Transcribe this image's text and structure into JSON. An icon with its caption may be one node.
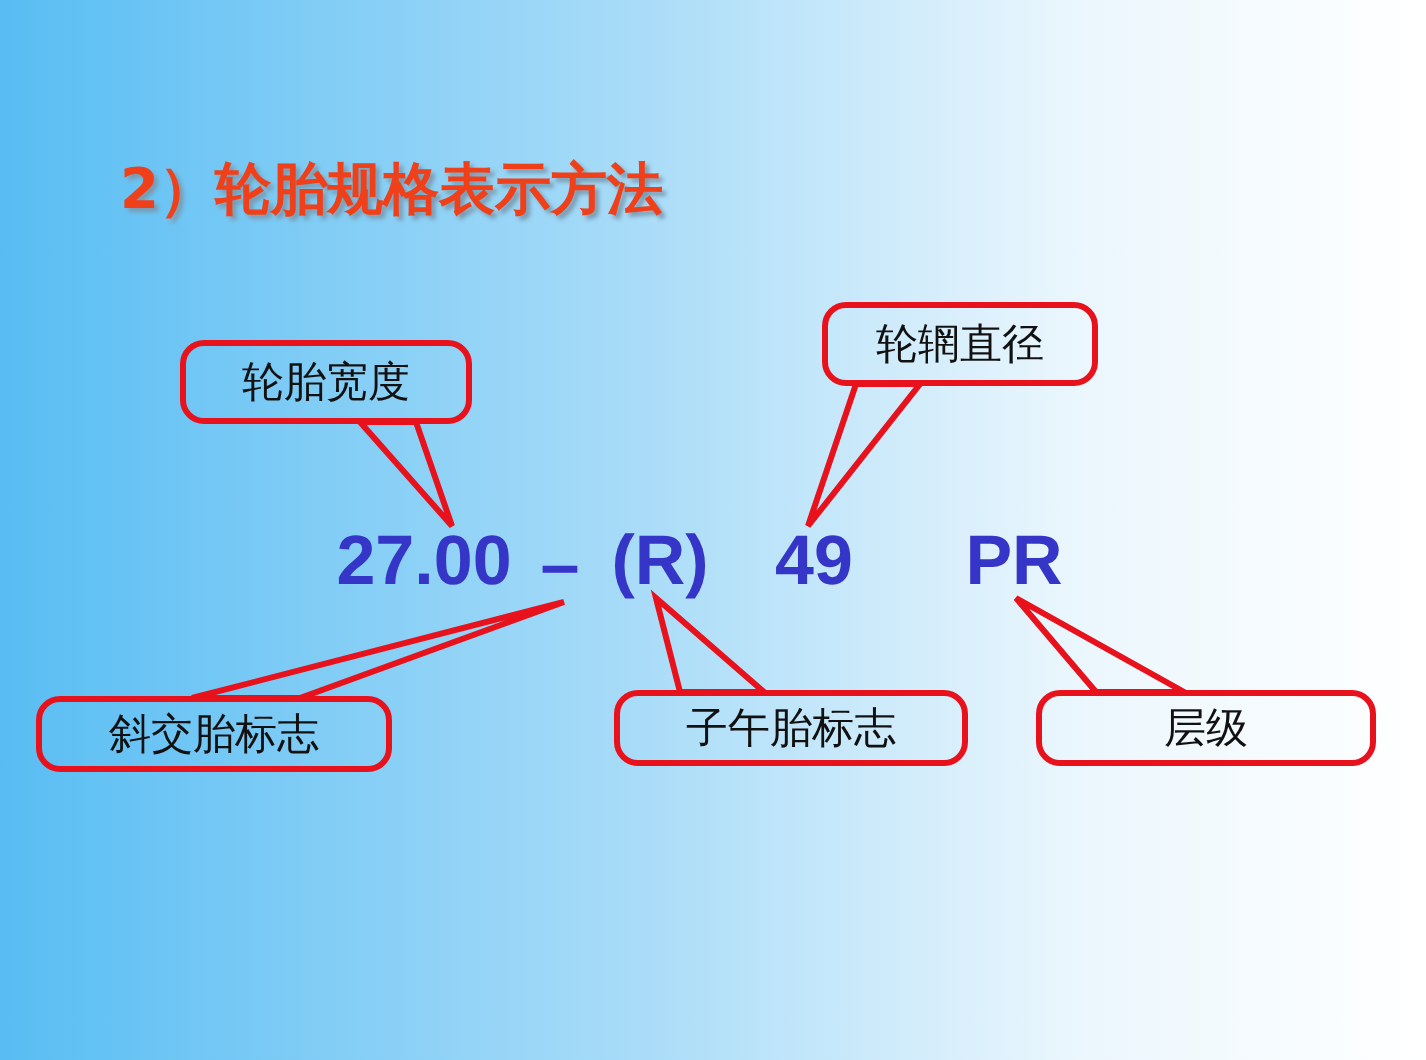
{
  "diagram": {
    "title": "2）轮胎规格表示方法",
    "nodes": [
      {
        "text": [
          "轮胎宽度"
        ]
      },
      {
        "text": [
          "轮辋直径"
        ]
      },
      {
        "text": [
          "27.00"
        ]
      },
      {
        "text": [
          "–"
        ]
      },
      {
        "text": [
          "(R)"
        ]
      },
      {
        "text": [
          "49"
        ]
      },
      {
        "text": [
          "PR"
        ]
      },
      {
        "text": [
          "斜交胎标志"
        ]
      },
      {
        "text": [
          "子午胎标志"
        ]
      },
      {
        "text": [
          "层级"
        ]
      }
    ],
    "edges": [
      {
        "from": 0,
        "to": 2,
        "arrow": "none"
      },
      {
        "from": 1,
        "to": 5,
        "arrow": "none"
      },
      {
        "from": 7,
        "to": 3,
        "arrow": "none"
      },
      {
        "from": 8,
        "to": 4,
        "arrow": "none"
      },
      {
        "from": 9,
        "to": 6,
        "arrow": "none"
      }
    ]
  }
}
